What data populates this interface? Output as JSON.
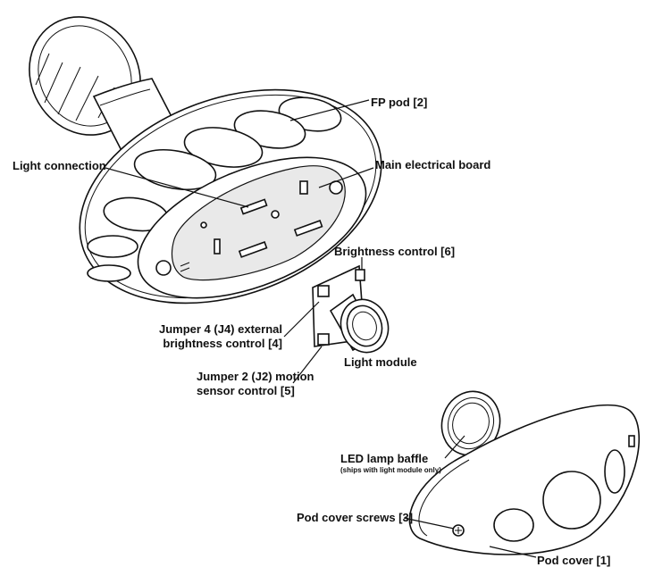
{
  "labels": {
    "fp_pod": "FP pod [2]",
    "light_connection": "Light connection",
    "main_board": "Main electrical board",
    "brightness_control": "Brightness control [6]",
    "jumper4_line1": "Jumper 4 (J4) external",
    "jumper4_line2": "brightness control [4]",
    "light_module": "Light module",
    "jumper2_line1": "Jumper 2 (J2) motion",
    "jumper2_line2": "sensor control [5]",
    "led_baffle": "LED lamp baffle",
    "led_baffle_note": "(ships with light module only)",
    "pod_cover_screws": "Pod cover screws [3]",
    "pod_cover": "Pod cover [1]"
  }
}
